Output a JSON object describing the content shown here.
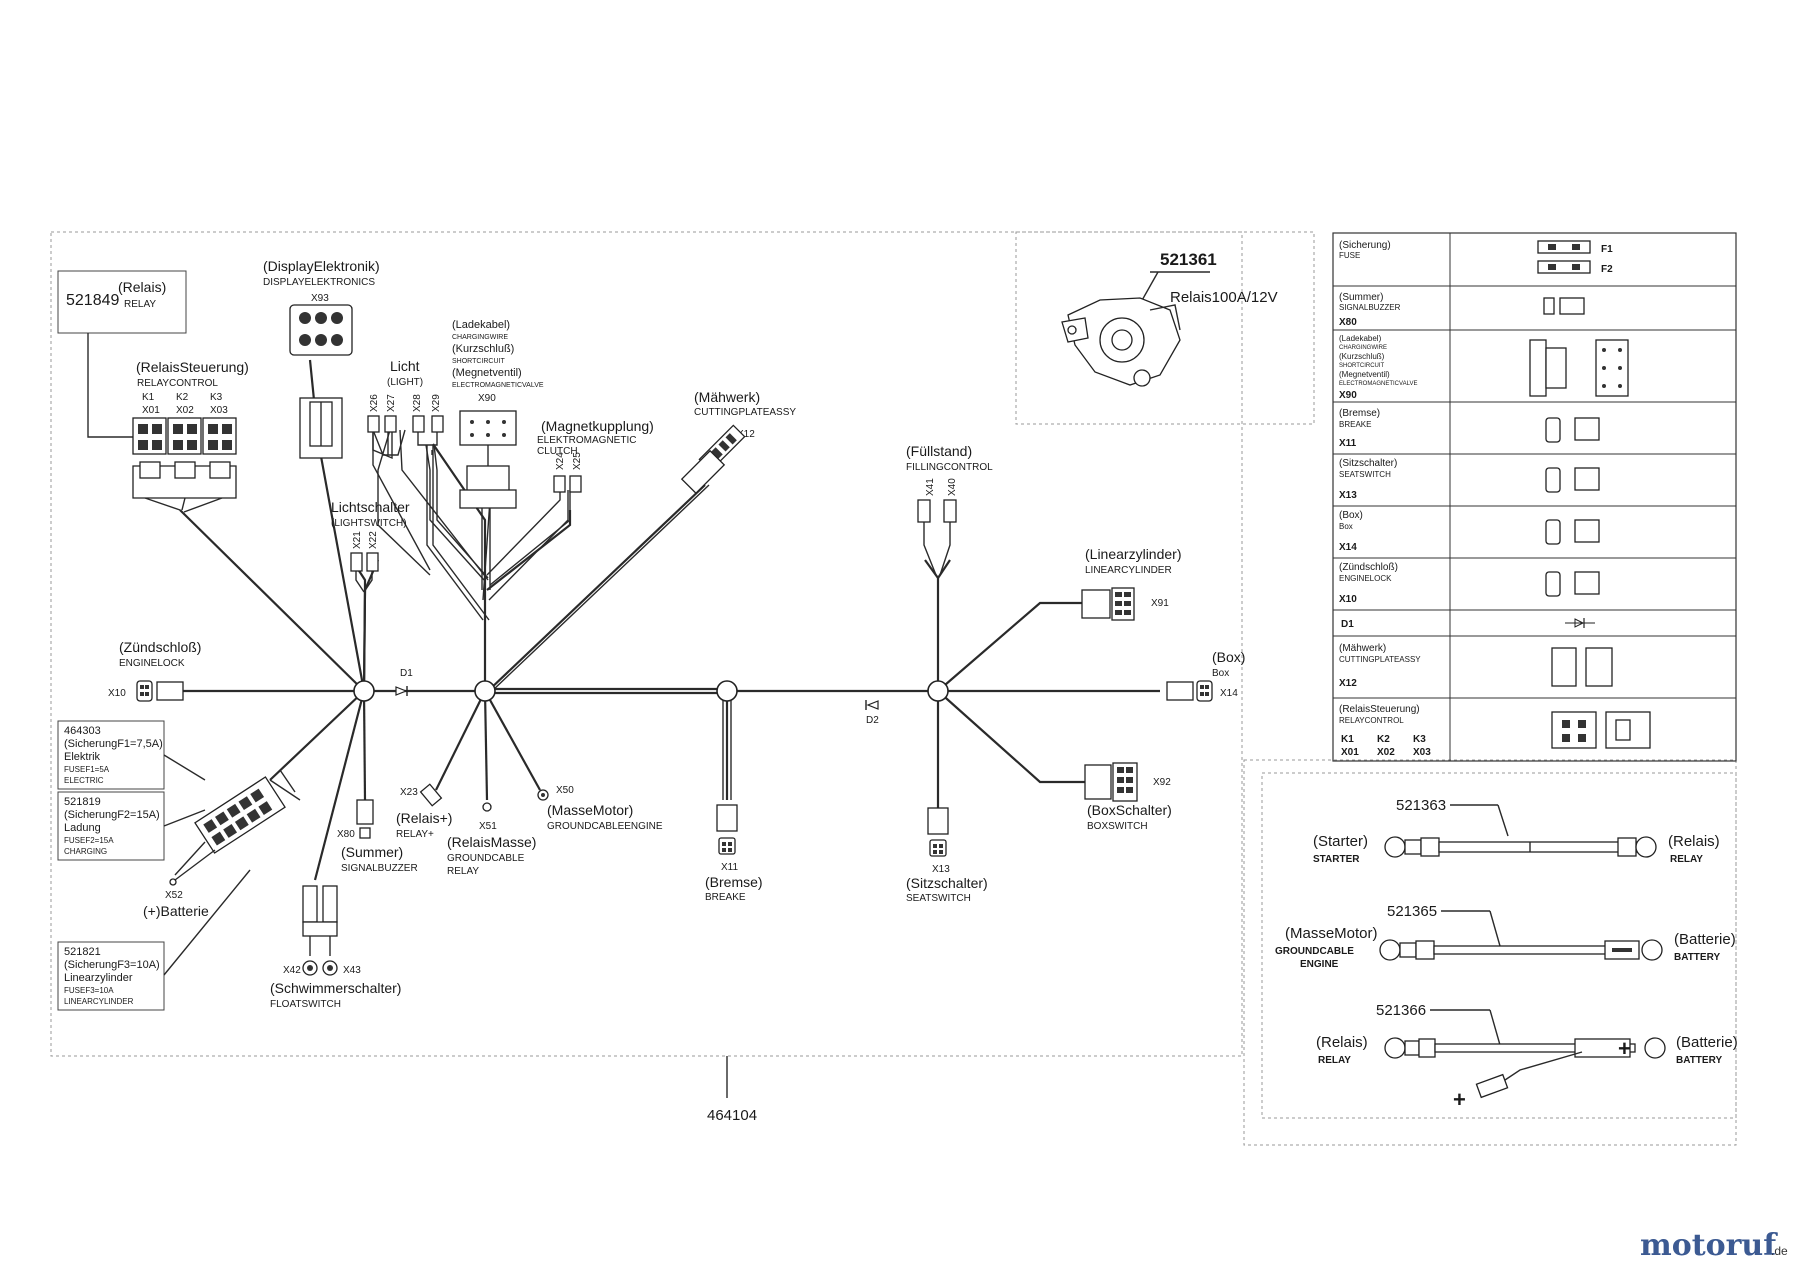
{
  "assembly_number": "464104",
  "relay_part": {
    "number": "521361",
    "label": "Relais100A/12V"
  },
  "relay_small": {
    "number": "521849",
    "label_de": "(Relais)",
    "label_en": "RELAY"
  },
  "components": {
    "display": {
      "de": "(DisplayElektronik)",
      "en": "DISPLAYELEKTRONICS",
      "id": "X93"
    },
    "relay_control": {
      "de": "(RelaisSteuerung)",
      "en": "RELAYCONTROL",
      "k": [
        "K1",
        "K2",
        "K3"
      ],
      "x": [
        "X01",
        "X02",
        "X03"
      ]
    },
    "light": {
      "de": "Licht",
      "en": "(LIGHT)",
      "ids": [
        "X26",
        "X27",
        "X28",
        "X29"
      ]
    },
    "charging": {
      "de1": "(Ladekabel)",
      "en1": "CHARGINGWIRE",
      "de2": "(Kurzschluß)",
      "en2": "SHORTCIRCUIT",
      "de3": "(Megnetventil)",
      "en3": "ELECTROMAGNETICVALVE",
      "id": "X90"
    },
    "clutch": {
      "de": "(Magnetkupplung)",
      "en1": "ELEKTROMAGNETIC",
      "en2": "CLUTCH",
      "ids": [
        "X24",
        "X25"
      ]
    },
    "cutting": {
      "de": "(Mähwerk)",
      "en": "CUTTINGPLATEASSY",
      "id": "X12"
    },
    "filling": {
      "de": "(Füllstand)",
      "en": "FILLINGCONTROL",
      "ids": [
        "X41",
        "X40"
      ]
    },
    "lightswitch": {
      "de": "Lichtschalter",
      "en": "(LIGHTSWITCH)",
      "ids": [
        "X21",
        "X22"
      ]
    },
    "linear": {
      "de": "(Linearzylinder)",
      "en": "LINEARCYLINDER",
      "id": "X91"
    },
    "enginelock": {
      "de": "(Zündschloß)",
      "en": "ENGINELOCK",
      "id": "X10"
    },
    "box": {
      "de": "(Box)",
      "en": "Box",
      "id": "X14"
    },
    "diodes": [
      "D1",
      "D2"
    ],
    "fuse1": {
      "num": "464303",
      "l1": "(SicherungF1=7,5A)",
      "l2": "Elektrik",
      "l3": "FUSEF1=5A",
      "l4": "ELECTRIC"
    },
    "fuse2": {
      "num": "521819",
      "l1": "(SicherungF2=15A)",
      "l2": "Ladung",
      "l3": "FUSEF2=15A",
      "l4": "CHARGING"
    },
    "fuse3": {
      "num": "521821",
      "l1": "(SicherungF3=10A)",
      "l2": "Linearzylinder",
      "l3": "FUSEF3=10A",
      "l4": "LINEARCYLINDER"
    },
    "battery": {
      "de": "(+)Batterie",
      "id": "X52"
    },
    "summer": {
      "de": "(Summer)",
      "en": "SIGNALBUZZER",
      "id": "X80"
    },
    "relay_plus": {
      "de": "(Relais+)",
      "en": "RELAY+",
      "id": "X23"
    },
    "relay_mass": {
      "de": "(RelaisMasse)",
      "en1": "GROUNDCABLE",
      "en2": "RELAY",
      "id": "X51"
    },
    "mass_motor": {
      "de": "(MasseMotor)",
      "en": "GROUNDCABLEENGINE",
      "id": "X50"
    },
    "brake": {
      "de": "(Bremse)",
      "en": "BREAKE",
      "id": "X11"
    },
    "seat": {
      "de": "(Sitzschalter)",
      "en": "SEATSWITCH",
      "id": "X13"
    },
    "boxswitch": {
      "de": "(BoxSchalter)",
      "en": "BOXSWITCH",
      "id": "X92"
    },
    "float": {
      "de": "(Schwimmerschalter)",
      "en": "FLOATSWITCH",
      "ids": [
        "X42",
        "X43"
      ]
    }
  },
  "table": {
    "rows": [
      {
        "de": "(Sicherung)",
        "en": "FUSE",
        "id": "",
        "right": [
          "F1",
          "F2"
        ]
      },
      {
        "de": "(Summer)",
        "en": "SIGNALBUZZER",
        "id": "X80"
      },
      {
        "de": "(Ladekabel)",
        "en": "CHARGINGWIRE",
        "de2": "(Kurzschluß)",
        "en2": "SHORTCIRCUIT",
        "de3": "(Megnetventil)",
        "en3": "ELECTROMAGNETICVALVE",
        "id": "X90"
      },
      {
        "de": "(Bremse)",
        "en": "BREAKE",
        "id": "X11"
      },
      {
        "de": "(Sitzschalter)",
        "en": "SEATSWITCH",
        "id": "X13"
      },
      {
        "de": "(Box)",
        "en": "Box",
        "id": "X14"
      },
      {
        "de": "(Zündschloß)",
        "en": "ENGINELOCK",
        "id": "X10"
      },
      {
        "de": "D1",
        "en": "",
        "id": ""
      },
      {
        "de": "(Mähwerk)",
        "en": "CUTTINGPLATEASSY",
        "id": "X12"
      },
      {
        "de": "(RelaisSteuerung)",
        "en": "RELAYCONTROL",
        "id": "",
        "k": [
          "K1",
          "K2",
          "K3"
        ],
        "x": [
          "X01",
          "X02",
          "X03"
        ]
      }
    ]
  },
  "cables": [
    {
      "num": "521363",
      "left_de": "(Starter)",
      "left_en": "STARTER",
      "right_de": "(Relais)",
      "right_en": "RELAY"
    },
    {
      "num": "521365",
      "left_de": "(MasseMotor)",
      "left_en1": "GROUNDCABLE",
      "left_en2": "ENGINE",
      "right_de": "(Batterie)",
      "right_en": "BATTERY"
    },
    {
      "num": "521366",
      "left_de": "(Relais)",
      "left_en": "RELAY",
      "right_de": "(Batterie)",
      "right_en": "BATTERY",
      "plus": "+"
    }
  ],
  "logo": {
    "text": "motoruf",
    "suffix": ".de"
  }
}
